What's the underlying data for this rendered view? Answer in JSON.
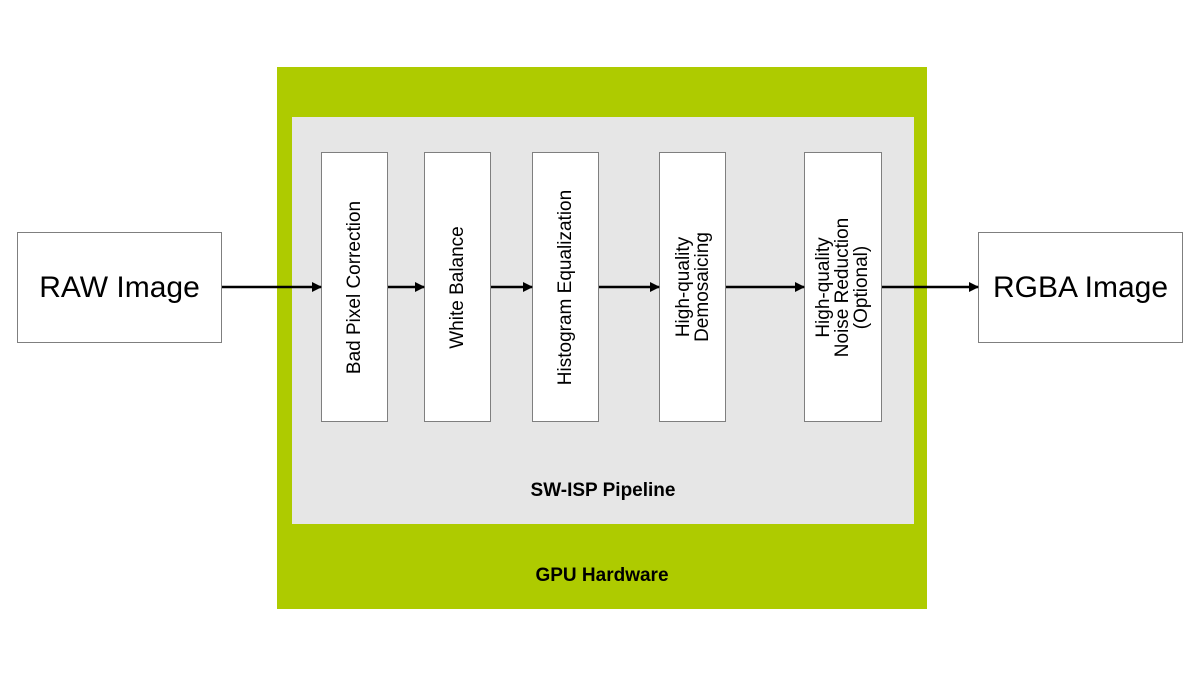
{
  "input": {
    "label": "RAW Image"
  },
  "output": {
    "label": "RGBA Image"
  },
  "gpu": {
    "label": "GPU Hardware",
    "color": "#aecb00"
  },
  "pipeline": {
    "label": "SW-ISP Pipeline",
    "color": "#e6e6e6",
    "stages": [
      {
        "lines": [
          "Bad Pixel Correction"
        ]
      },
      {
        "lines": [
          "White Balance"
        ]
      },
      {
        "lines": [
          "Histogram Equalization"
        ]
      },
      {
        "lines": [
          "High-quality",
          "Demosaicing"
        ]
      },
      {
        "lines": [
          "High-quality",
          "Noise Reduction",
          "(Optional)"
        ]
      }
    ]
  }
}
